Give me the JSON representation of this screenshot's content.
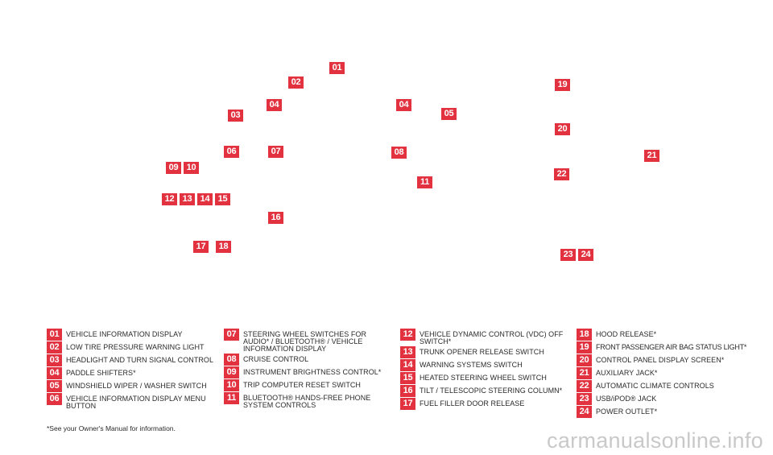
{
  "callouts": [
    {
      "id": "01",
      "label": "01"
    },
    {
      "id": "02",
      "label": "02"
    },
    {
      "id": "03",
      "label": "03"
    },
    {
      "id": "04a",
      "label": "04"
    },
    {
      "id": "04b",
      "label": "04"
    },
    {
      "id": "05",
      "label": "05"
    },
    {
      "id": "06",
      "label": "06"
    },
    {
      "id": "07",
      "label": "07"
    },
    {
      "id": "08",
      "label": "08"
    },
    {
      "id": "09",
      "label": "09"
    },
    {
      "id": "10",
      "label": "10"
    },
    {
      "id": "11",
      "label": "11"
    },
    {
      "id": "12",
      "label": "12"
    },
    {
      "id": "13",
      "label": "13"
    },
    {
      "id": "14",
      "label": "14"
    },
    {
      "id": "15",
      "label": "15"
    },
    {
      "id": "16",
      "label": "16"
    },
    {
      "id": "17",
      "label": "17"
    },
    {
      "id": "18",
      "label": "18"
    },
    {
      "id": "19",
      "label": "19"
    },
    {
      "id": "20",
      "label": "20"
    },
    {
      "id": "21",
      "label": "21"
    },
    {
      "id": "22",
      "label": "22"
    },
    {
      "id": "23",
      "label": "23"
    },
    {
      "id": "24",
      "label": "24"
    }
  ],
  "legend": {
    "col1": [
      {
        "num": "01",
        "text": "VEHICLE INFORMATION DISPLAY"
      },
      {
        "num": "02",
        "text": "LOW TIRE PRESSURE WARNING LIGHT"
      },
      {
        "num": "03",
        "text": "HEADLIGHT AND TURN SIGNAL CONTROL"
      },
      {
        "num": "04",
        "text": "PADDLE SHIFTERS*"
      },
      {
        "num": "05",
        "text": "WINDSHIELD WIPER / WASHER SWITCH"
      },
      {
        "num": "06",
        "text": "VEHICLE INFORMATION DISPLAY MENU BUTTON"
      }
    ],
    "col2": [
      {
        "num": "07",
        "text": "STEERING WHEEL SWITCHES FOR AUDIO* / BLUETOOTH® / VEHICLE INFORMATION DISPLAY"
      },
      {
        "num": "08",
        "text": "CRUISE CONTROL"
      },
      {
        "num": "09",
        "text": "INSTRUMENT BRIGHTNESS CONTROL*"
      },
      {
        "num": "10",
        "text": "TRIP COMPUTER RESET SWITCH"
      },
      {
        "num": "11",
        "text": "BLUETOOTH® HANDS-FREE PHONE SYSTEM CONTROLS"
      }
    ],
    "col3": [
      {
        "num": "12",
        "text": "VEHICLE DYNAMIC CONTROL (VDC) OFF SWITCH*"
      },
      {
        "num": "13",
        "text": "TRUNK OPENER RELEASE SWITCH"
      },
      {
        "num": "14",
        "text": "WARNING SYSTEMS SWITCH"
      },
      {
        "num": "15",
        "text": "HEATED STEERING WHEEL SWITCH"
      },
      {
        "num": "16",
        "text": "TILT / TELESCOPIC STEERING COLUMN*"
      },
      {
        "num": "17",
        "text": "FUEL FILLER DOOR RELEASE"
      }
    ],
    "col4": [
      {
        "num": "18",
        "text": "HOOD RELEASE*"
      },
      {
        "num": "19",
        "text": "FRONT PASSENGER AIR BAG STATUS LIGHT*"
      },
      {
        "num": "20",
        "text": "CONTROL PANEL DISPLAY SCREEN*"
      },
      {
        "num": "21",
        "text": "AUXILIARY JACK*"
      },
      {
        "num": "22",
        "text": "AUTOMATIC CLIMATE CONTROLS"
      },
      {
        "num": "23",
        "text": "USB/iPOD® JACK"
      },
      {
        "num": "24",
        "text": "POWER OUTLET*"
      }
    ]
  },
  "footnote": "*See your Owner's Manual for information.",
  "watermark": "carmanualsonline.info",
  "colors": {
    "badge": "#e2313f",
    "text": "#2a2a2a",
    "watermark": "#c9c9c9"
  }
}
